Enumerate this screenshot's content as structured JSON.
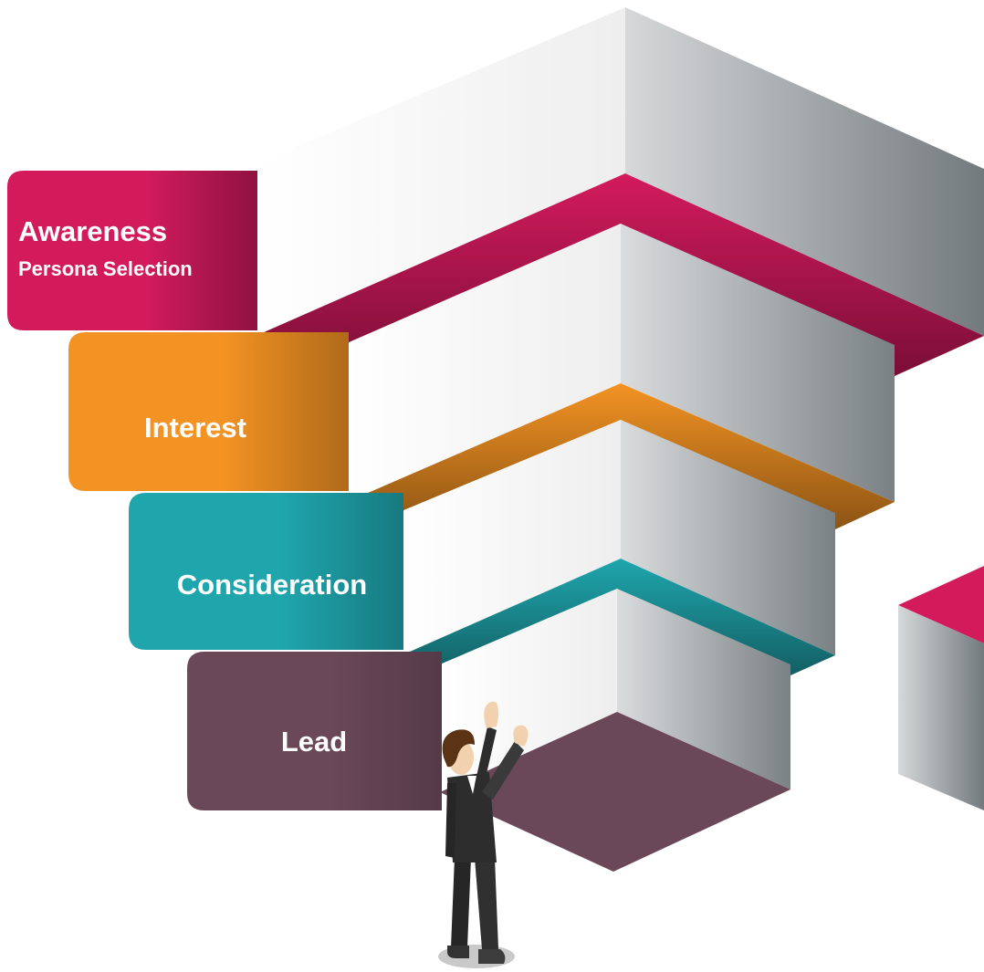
{
  "stages": [
    {
      "title": "Awareness",
      "subtitle": "Persona Selection",
      "color": "#d31b5c",
      "color_dark": "#8f1240"
    },
    {
      "title": "Interest",
      "subtitle": "",
      "color": "#f39323",
      "color_dark": "#a5621a"
    },
    {
      "title": "Consideration",
      "subtitle": "",
      "color": "#1fa6ad",
      "color_dark": "#17777c"
    },
    {
      "title": "Lead",
      "subtitle": "",
      "color": "#6b4858",
      "color_dark": "#4f3440"
    }
  ],
  "palette": {
    "block_face_light": "#f4f4f4",
    "block_face_shade": "#7c8286",
    "figure_suit": "#2d2d2d",
    "figure_hair": "#5a3415",
    "figure_skin": "#f2d2ae"
  },
  "icons": [
    "businessman-figure"
  ]
}
